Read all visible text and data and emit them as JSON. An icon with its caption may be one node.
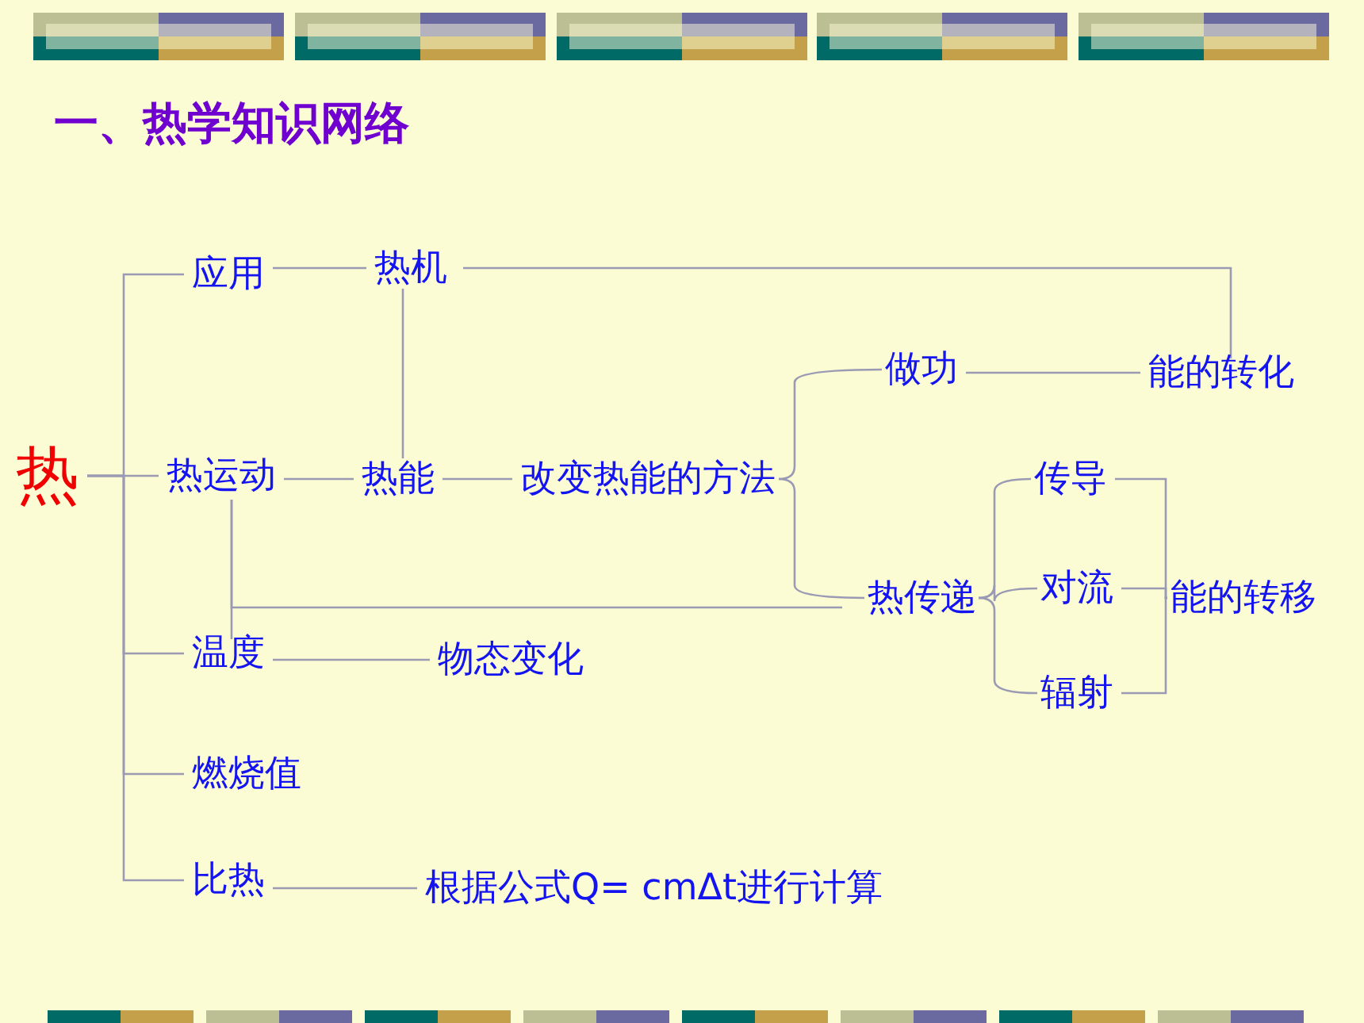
{
  "diagram": {
    "title": "一、热学知识网络",
    "nodes": [
      {
        "text": [
          "热"
        ]
      },
      {
        "text": [
          "应用"
        ]
      },
      {
        "text": [
          "热机"
        ]
      },
      {
        "text": [
          "热运动"
        ]
      },
      {
        "text": [
          "热能"
        ]
      },
      {
        "text": [
          "改变热能的方法"
        ]
      },
      {
        "text": [
          "做功"
        ]
      },
      {
        "text": [
          "能的转化"
        ]
      },
      {
        "text": [
          "传导"
        ]
      },
      {
        "text": [
          "热传递"
        ]
      },
      {
        "text": [
          "对流"
        ]
      },
      {
        "text": [
          "能的转移"
        ]
      },
      {
        "text": [
          "辐射"
        ]
      },
      {
        "text": [
          "温度"
        ]
      },
      {
        "text": [
          "物态变化"
        ]
      },
      {
        "text": [
          "燃烧值"
        ]
      },
      {
        "text": [
          "比热"
        ]
      },
      {
        "text": [
          "根据公式Q= cmΔt进行计算"
        ]
      }
    ],
    "edges": [
      {
        "from": 0,
        "to": 1,
        "arrow": "none"
      },
      {
        "from": 0,
        "to": 3,
        "arrow": "none"
      },
      {
        "from": 0,
        "to": 13,
        "arrow": "none"
      },
      {
        "from": 0,
        "to": 15,
        "arrow": "none"
      },
      {
        "from": 0,
        "to": 16,
        "arrow": "none"
      },
      {
        "from": 1,
        "to": 2,
        "arrow": "none"
      },
      {
        "from": 2,
        "to": 4,
        "arrow": "none"
      },
      {
        "from": 3,
        "to": 4,
        "arrow": "none"
      },
      {
        "from": 4,
        "to": 5,
        "arrow": "none"
      },
      {
        "from": 5,
        "to": 6,
        "arrow": "none"
      },
      {
        "from": 5,
        "to": 9,
        "arrow": "none"
      },
      {
        "from": 6,
        "to": 7,
        "arrow": "none"
      },
      {
        "from": 2,
        "to": 7,
        "arrow": "none"
      },
      {
        "from": 9,
        "to": 8,
        "arrow": "none"
      },
      {
        "from": 9,
        "to": 10,
        "arrow": "none"
      },
      {
        "from": 9,
        "to": 12,
        "arrow": "none"
      },
      {
        "from": 8,
        "to": 11,
        "arrow": "none"
      },
      {
        "from": 10,
        "to": 11,
        "arrow": "none"
      },
      {
        "from": 12,
        "to": 11,
        "arrow": "none"
      },
      {
        "from": 3,
        "to": 13,
        "arrow": "none"
      },
      {
        "from": 3,
        "to": 9,
        "arrow": "none"
      },
      {
        "from": 13,
        "to": 14,
        "arrow": "none"
      },
      {
        "from": 16,
        "to": 17,
        "arrow": "none"
      }
    ]
  }
}
